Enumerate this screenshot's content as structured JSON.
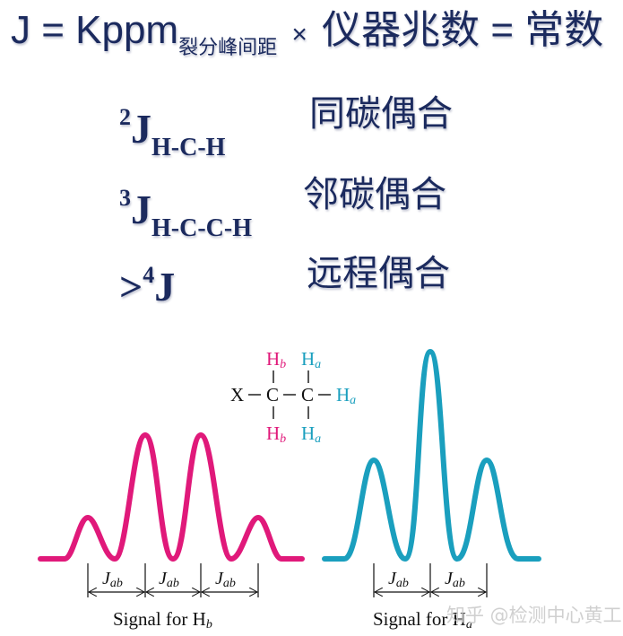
{
  "formula": {
    "lhs": "J = Kppm",
    "subscript": "裂分峰间距",
    "times": "×",
    "rhs": "仪器兆数 = 常数"
  },
  "coupling_types": [
    {
      "superscript": "2",
      "symbol": "J",
      "subscript": "H-C-H",
      "label": "同碳偶合"
    },
    {
      "superscript": "3",
      "symbol": "J",
      "subscript": "H-C-C-H",
      "label": "邻碳偶合"
    },
    {
      "prefix": ">",
      "superscript": "4",
      "symbol": "J",
      "subscript": "",
      "label": "远程偶合"
    }
  ],
  "molecule": {
    "x_label": "X",
    "carbon_label": "C",
    "hb": "H",
    "hb_sub": "b",
    "ha": "H",
    "ha_sub": "a"
  },
  "signals": [
    {
      "name": "quartet",
      "label": "Signal for H",
      "label_sub": "b",
      "spacing_label": "J",
      "spacing_sub": "ab",
      "color": "#e0197a",
      "peaks": 4,
      "relative_intensities": [
        1,
        3,
        3,
        1
      ]
    },
    {
      "name": "triplet",
      "label": "Signal for H",
      "label_sub": "a",
      "spacing_label": "J",
      "spacing_sub": "ab",
      "color": "#1a9fbe",
      "peaks": 3,
      "relative_intensities": [
        1,
        2,
        1
      ]
    }
  ],
  "colors": {
    "navy": "#1b2a5e",
    "magenta": "#e0197a",
    "cyan": "#1a9fbe"
  },
  "watermark": "知乎 @检测中心黄工"
}
